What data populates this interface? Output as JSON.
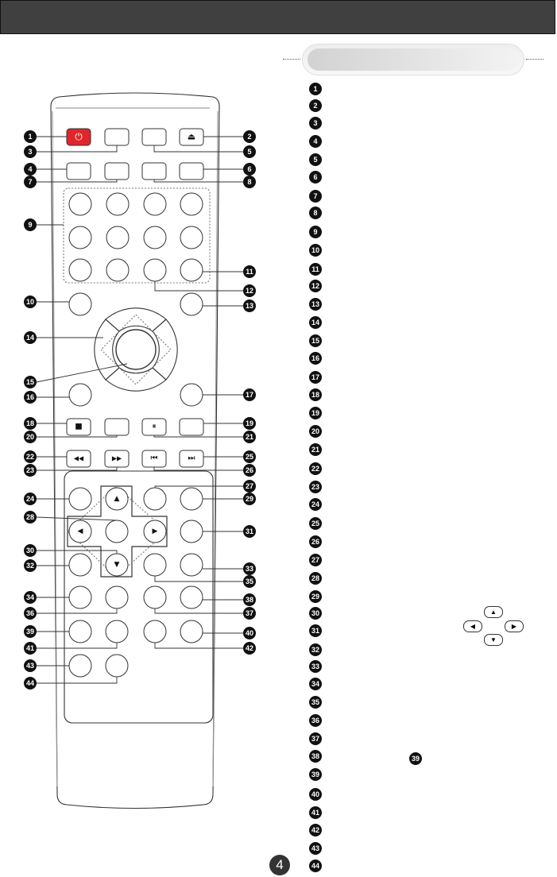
{
  "page_number": "4",
  "colors": {
    "header": "#404040",
    "power_key": "#e0262b",
    "badge": "#111111"
  },
  "callouts": [
    "1",
    "2",
    "3",
    "4",
    "5",
    "6",
    "7",
    "8",
    "9",
    "10",
    "11",
    "12",
    "13",
    "14",
    "15",
    "16",
    "17",
    "18",
    "19",
    "20",
    "21",
    "22",
    "23",
    "24",
    "25",
    "26",
    "27",
    "28",
    "29",
    "30",
    "31",
    "32",
    "33",
    "34",
    "35",
    "36",
    "37",
    "38",
    "39",
    "40",
    "41",
    "42",
    "43",
    "44"
  ],
  "key_glyphs": {
    "power": "⏻",
    "eject": "⏏",
    "stop": "■",
    "pause": "⏸",
    "rewind": "◀◀",
    "fast_forward": "▶▶",
    "previous": "⏮",
    "next": "⏭",
    "up": "▲",
    "down": "▼",
    "left": "◀",
    "right": "▶"
  },
  "index_list": [
    "1",
    "2",
    "3",
    "4",
    "5",
    "6",
    "7",
    "8",
    "9",
    "10",
    "11",
    "12",
    "13",
    "14",
    "15",
    "16",
    "17",
    "18",
    "19",
    "20",
    "21",
    "22",
    "23",
    "24",
    "25",
    "26",
    "27",
    "28",
    "29",
    "30",
    "31",
    "32",
    "33",
    "34",
    "35",
    "36",
    "37",
    "38",
    "39",
    "40",
    "41",
    "42",
    "43",
    "44"
  ],
  "inline_ref": "39",
  "arrow_keys_legend": [
    "▲",
    "◀",
    "▶",
    "▼"
  ]
}
